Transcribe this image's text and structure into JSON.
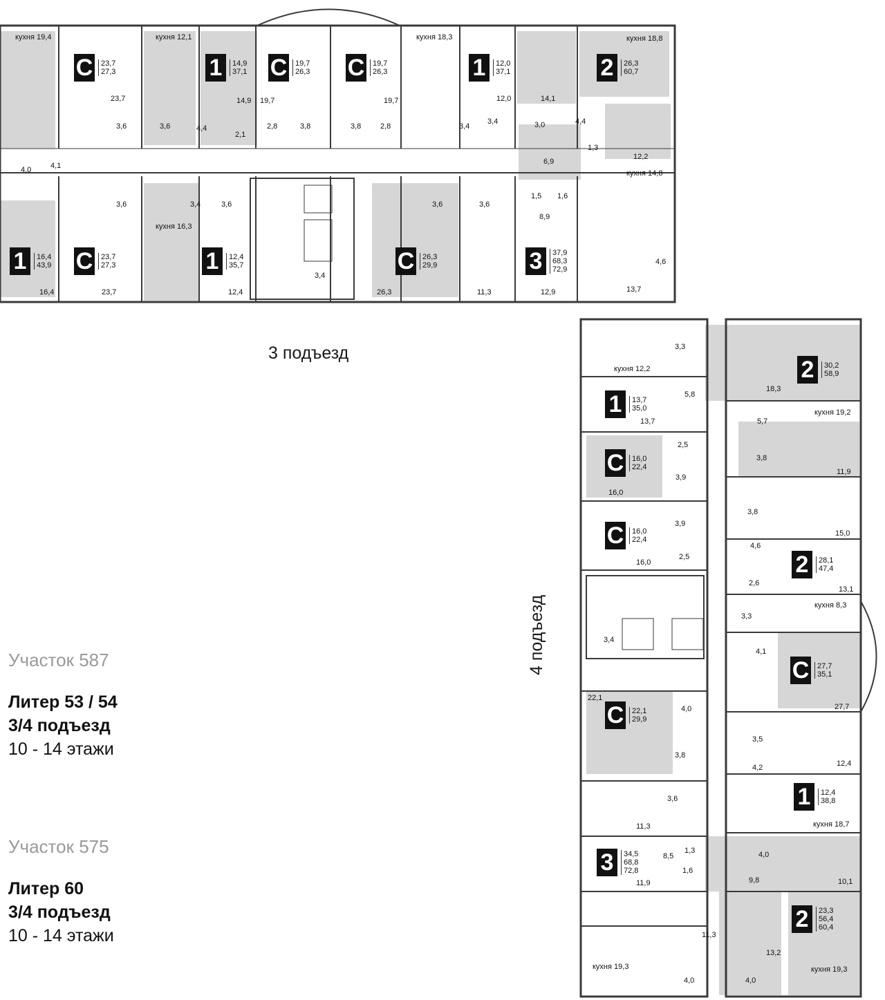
{
  "titles": {
    "entrance3": "3 подъезд",
    "entrance4": "4 подъезд"
  },
  "legend": [
    {
      "plot": "Участок 587",
      "liter": "Литер 53 / 54",
      "entrance": "3/4 подъезд",
      "floors": "10 - 14 этажи"
    },
    {
      "plot": "Участок 575",
      "liter": "Литер 60",
      "entrance": "3/4 подъезд",
      "floors": "10 - 14  этажи"
    }
  ],
  "colors": {
    "wall": "#3a3a3a",
    "room_gray": "#d6d6d6",
    "badge": "#111111"
  },
  "apartments": [
    {
      "type": "C",
      "areas": [
        "23,7",
        "27,3"
      ]
    },
    {
      "type": "1",
      "areas": [
        "14,9",
        "37,1"
      ]
    },
    {
      "type": "C",
      "areas": [
        "19,7",
        "26,3"
      ]
    },
    {
      "type": "C",
      "areas": [
        "19,7",
        "26,3"
      ]
    },
    {
      "type": "1",
      "areas": [
        "12,0",
        "37,1"
      ]
    },
    {
      "type": "2",
      "areas": [
        "26,3",
        "60,7"
      ]
    },
    {
      "type": "1",
      "areas": [
        "16,4",
        "43,9"
      ]
    },
    {
      "type": "C",
      "areas": [
        "23,7",
        "27,3"
      ]
    },
    {
      "type": "1",
      "areas": [
        "12,4",
        "35,7"
      ]
    },
    {
      "type": "C",
      "areas": [
        "26,3",
        "29,9"
      ]
    },
    {
      "type": "3",
      "areas": [
        "37,9",
        "68,3",
        "72,9"
      ]
    },
    {
      "type": "1",
      "areas": [
        "13,7",
        "35,0"
      ]
    },
    {
      "type": "2",
      "areas": [
        "30,2",
        "58,9"
      ]
    },
    {
      "type": "C",
      "areas": [
        "16,0",
        "22,4"
      ]
    },
    {
      "type": "C",
      "areas": [
        "16,0",
        "22,4"
      ]
    },
    {
      "type": "2",
      "areas": [
        "28,1",
        "47,4"
      ]
    },
    {
      "type": "C",
      "areas": [
        "27,7",
        "35,1"
      ]
    },
    {
      "type": "C",
      "areas": [
        "22,1",
        "29,9"
      ]
    },
    {
      "type": "1",
      "areas": [
        "12,4",
        "38,8"
      ]
    },
    {
      "type": "3",
      "areas": [
        "34,5",
        "68,8",
        "72,8"
      ]
    },
    {
      "type": "2",
      "areas": [
        "23,3",
        "56,4",
        "60,4"
      ]
    }
  ],
  "room_labels": [
    "кухня 19,4",
    "кухня 12,1",
    "кухня 18,3",
    "кухня 18,8",
    "23,7",
    "14,9",
    "19,7",
    "19,7",
    "12,0",
    "14,1",
    "3,6",
    "3,6",
    "4,4",
    "2,1",
    "2,8",
    "3,8",
    "3,8",
    "2,8",
    "3,4",
    "3,4",
    "3,0",
    "4,4",
    "1,3",
    "12,2",
    "4,0",
    "4,1",
    "6,9",
    "кухня 14,8",
    "3,6",
    "3,4",
    "3,6",
    "кухня 16,3",
    "3,6",
    "3,6",
    "1,5",
    "1,6",
    "8,9",
    "16,4",
    "23,7",
    "12,4",
    "3,4",
    "26,3",
    "11,3",
    "12,9",
    "4,6",
    "13,7",
    "3,3",
    "кухня 12,2",
    "5,8",
    "13,7",
    "18,3",
    "кухня 19,2",
    "5,7",
    "2,5",
    "3,8",
    "3,9",
    "11,9",
    "16,0",
    "3,8",
    "3,9",
    "15,0",
    "4,6",
    "2,5",
    "16,0",
    "2,6",
    "13,1",
    "3,3",
    "кухня 8,3",
    "3,4",
    "4,1",
    "27,7",
    "22,1",
    "4,0",
    "3,8",
    "3,5",
    "12,4",
    "4,2",
    "3,6",
    "11,3",
    "кухня 18,7",
    "1,3",
    "8,5",
    "4,0",
    "1,6",
    "11,9",
    "9,8",
    "10,1",
    "11,3",
    "13,2",
    "кухня 19,3",
    "кухня 19,3",
    "4,0",
    "4,0",
    "14,9",
    "19,7",
    "2,1"
  ]
}
